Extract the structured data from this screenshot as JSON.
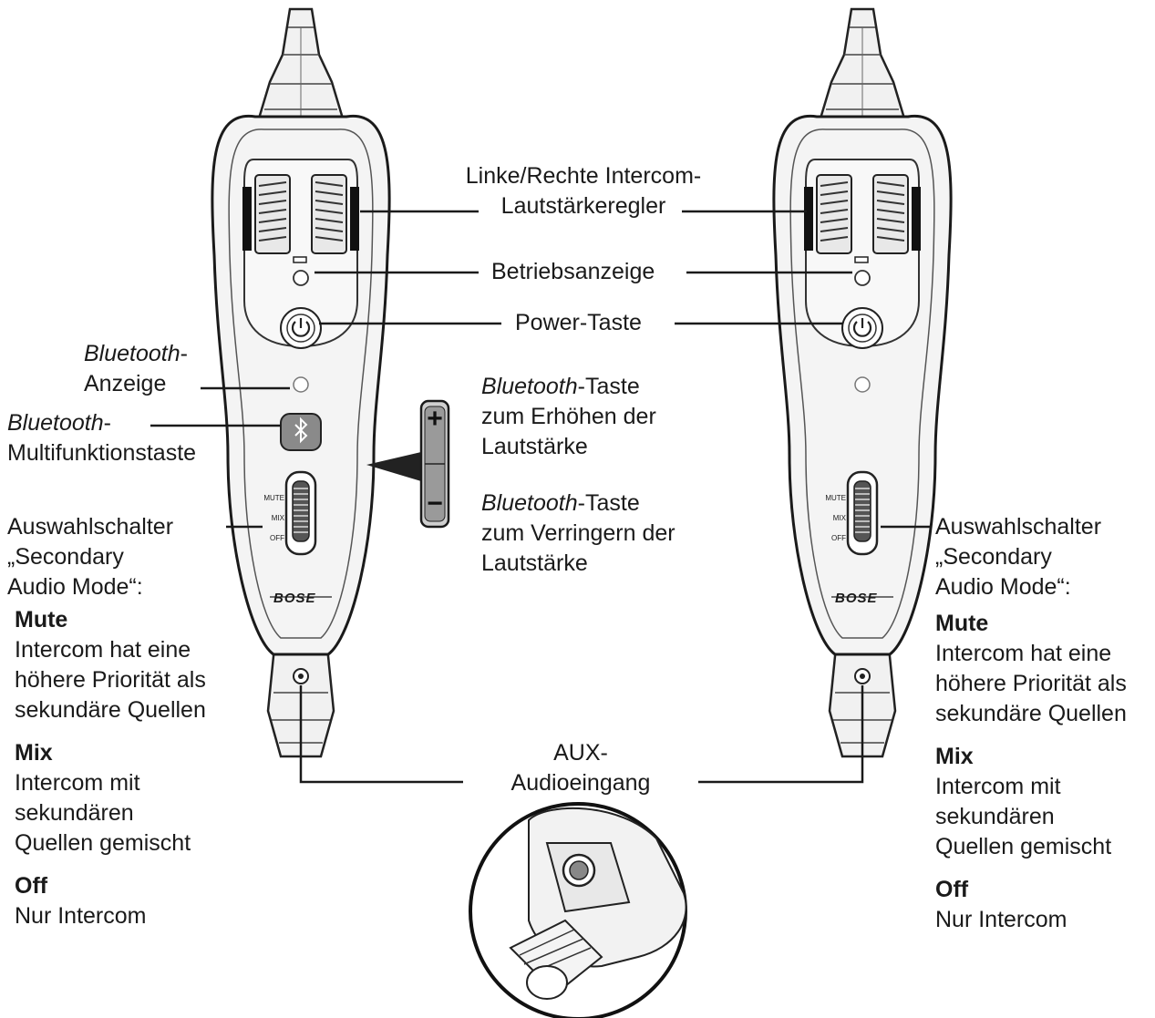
{
  "labels": {
    "intercom_volume": {
      "line1": "Linke/Rechte Intercom-",
      "line2": "Lautstärkeregler"
    },
    "power_indicator": "Betriebsanzeige",
    "power_button": "Power-Taste",
    "bt_indicator": {
      "italic": "Bluetooth",
      "suffix": "-",
      "line2": "Anzeige"
    },
    "bt_multifunction": {
      "italic": "Bluetooth",
      "suffix": "-",
      "line2": "Multifunktionstaste"
    },
    "bt_volume_up": {
      "italic": "Bluetooth",
      "suffix": "-Taste",
      "line2": "zum Erhöhen der",
      "line3": "Lautstärke"
    },
    "bt_volume_down": {
      "italic": "Bluetooth",
      "suffix": "-Taste",
      "line2": "zum Verringern der",
      "line3": "Lautstärke"
    },
    "aux_input": {
      "line1": "AUX-",
      "line2": "Audioeingang"
    }
  },
  "mode_switch": {
    "title_lines": [
      "Auswahlschalter",
      "„Secondary",
      "Audio Mode“:"
    ],
    "modes": [
      {
        "name": "Mute",
        "desc": [
          "Intercom hat eine",
          "höhere Priorität als",
          "sekundäre Quellen"
        ]
      },
      {
        "name": "Mix",
        "desc": [
          "Intercom mit",
          "sekundären",
          "Quellen gemischt"
        ]
      },
      {
        "name": "Off",
        "desc": [
          "Nur Intercom"
        ]
      }
    ]
  },
  "device": {
    "brand": "BOSE",
    "switch_positions": [
      "MUTE",
      "MIX",
      "OFF"
    ],
    "plus": "+",
    "minus": "−"
  }
}
